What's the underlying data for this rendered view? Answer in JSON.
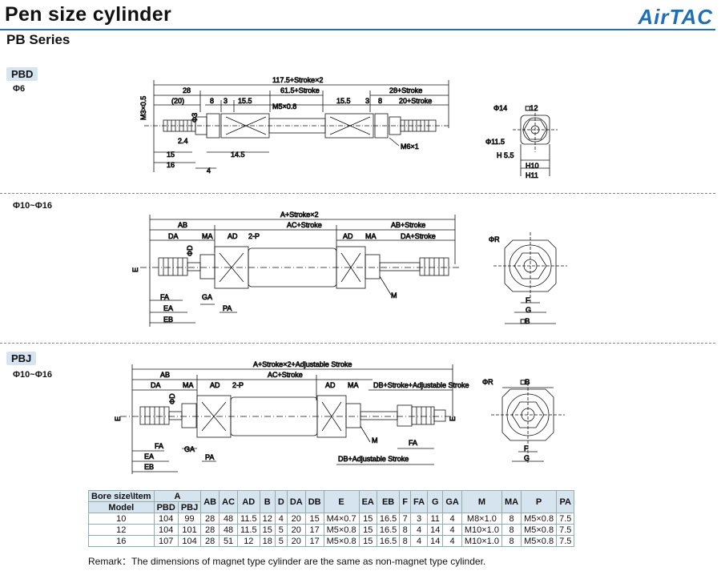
{
  "header": {
    "title": "Pen size cylinder",
    "subtitle": "PB Series",
    "logo": "AirTAC"
  },
  "sections": {
    "pbd_tag": "PBD",
    "bore1": "Φ6",
    "bore2": "Φ10~Φ16",
    "pbj_tag": "PBJ",
    "bore3": "Φ10~Φ16"
  },
  "d1": {
    "total": "117.5+Stroke×2",
    "l28": "28",
    "l615": "61.5+Stroke",
    "r28": "28+Stroke",
    "p20": "(20)",
    "n8": "8",
    "n3": "3",
    "n155": "15.5",
    "m5": "M5×0.8",
    "n155b": "15.5",
    "n3b": "3",
    "n8b": "8",
    "r20": "20+Stroke",
    "m3": "M3×0.5",
    "phi3": "Φ3",
    "n24": "2.4",
    "n15": "15",
    "n16": "16",
    "n145": "14.5",
    "n4": "4",
    "m6": "M6×1",
    "s_phi14": "Φ14",
    "s_sq12": "□12",
    "s_phi115": "Φ11.5",
    "s_h55": "H 5.5",
    "s_h10": "H10",
    "s_h11": "H11"
  },
  "d2": {
    "total": "A+Stroke×2",
    "ab": "AB",
    "ac": "AC+Stroke",
    "da": "DA",
    "ma": "MA",
    "ad": "AD",
    "p2": "2-P",
    "adr": "AD",
    "mar": "MA",
    "abr": "AB+Stroke",
    "dar": "DA+Stroke",
    "phid": "ΦD",
    "e": "E",
    "fa": "FA",
    "ga": "GA",
    "ea": "EA",
    "eb": "EB",
    "pa": "PA",
    "m": "M",
    "s_phir": "ΦR",
    "s_f": "F",
    "s_g": "G",
    "s_b": "□B"
  },
  "d3": {
    "total": "A+Stroke×2+Adjustable Stroke",
    "ab": "AB",
    "ac": "AC+Stroke",
    "da": "DA",
    "ma": "MA",
    "ad": "AD",
    "p2": "2-P",
    "adr": "AD",
    "mar": "MA",
    "db": "DB+Stroke+Adjustable Stroke",
    "phid": "ΦD",
    "e": "E",
    "er": "E",
    "fa": "FA",
    "ga": "GA",
    "ea": "EA",
    "eb": "EB",
    "pa": "PA",
    "m": "M",
    "far": "FA",
    "dbadj": "DB+Adjustable Stroke",
    "s_phir": "ΦR",
    "s_b": "□B",
    "s_f": "F",
    "s_g": "G"
  },
  "table": {
    "h_bore": "Bore size\\Item",
    "h_a": "A",
    "h_model": "Model",
    "h_pbd": "PBD",
    "h_pbj": "PBJ",
    "cols": [
      "AB",
      "AC",
      "AD",
      "B",
      "D",
      "DA",
      "DB",
      "E",
      "EA",
      "EB",
      "F",
      "FA",
      "G",
      "GA",
      "M",
      "MA",
      "P",
      "PA"
    ],
    "rows": [
      [
        "10",
        "104",
        "99",
        "28",
        "48",
        "11.5",
        "12",
        "4",
        "20",
        "15",
        "M4×0.7",
        "15",
        "16.5",
        "7",
        "3",
        "11",
        "4",
        "M8×1.0",
        "8",
        "M5×0.8",
        "7.5"
      ],
      [
        "12",
        "104",
        "101",
        "28",
        "48",
        "11.5",
        "15",
        "5",
        "20",
        "17",
        "M5×0.8",
        "15",
        "16.5",
        "8",
        "4",
        "14",
        "4",
        "M10×1.0",
        "8",
        "M5×0.8",
        "7.5"
      ],
      [
        "16",
        "107",
        "104",
        "28",
        "51",
        "12",
        "18",
        "5",
        "20",
        "17",
        "M5×0.8",
        "15",
        "16.5",
        "8",
        "4",
        "14",
        "4",
        "M10×1.0",
        "8",
        "M5×0.8",
        "7.5"
      ]
    ]
  },
  "remark": "Remark：The dimensions of magnet type cylinder are the same as non-magnet type cylinder."
}
